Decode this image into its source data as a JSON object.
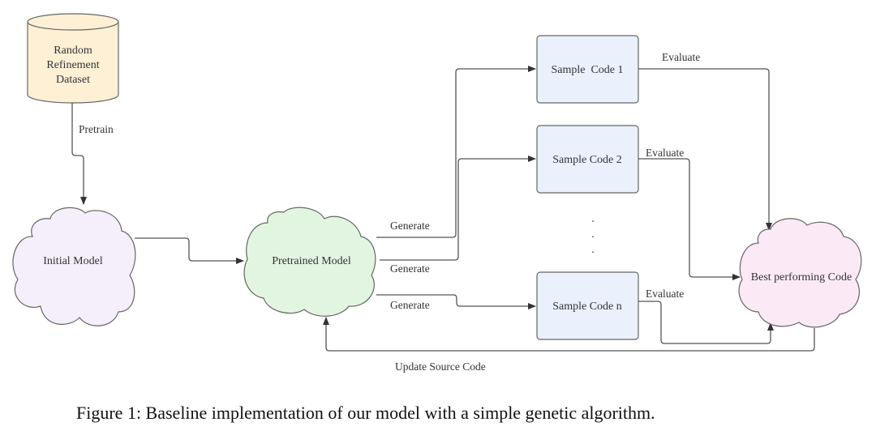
{
  "nodes": {
    "dataset": {
      "label_lines": [
        "Random",
        "Refinement",
        "Dataset"
      ],
      "shape": "cylinder",
      "fill": "#fdf0d5"
    },
    "initial_model": {
      "label": "Initial Model",
      "shape": "cloud",
      "fill": "#f5eefb"
    },
    "pretrained_model": {
      "label": "Pretrained Model",
      "shape": "cloud",
      "fill": "#e2f5e0"
    },
    "sample_code_1": {
      "label": "Sample  Code 1",
      "shape": "rounded-rect",
      "fill": "#eaf1fc"
    },
    "sample_code_2": {
      "label": "Sample Code 2",
      "shape": "rounded-rect",
      "fill": "#eaf1fc"
    },
    "sample_code_n": {
      "label": "Sample Code n",
      "shape": "rounded-rect",
      "fill": "#eaf1fc"
    },
    "best_code": {
      "label": "Best performing Code",
      "shape": "cloud",
      "fill": "#fbeaf6"
    }
  },
  "ellipsis": ".",
  "edges": {
    "pretrain": "Pretrain",
    "generate_1": "Generate",
    "generate_2": "Generate",
    "generate_n": "Generate",
    "evaluate_1": "Evaluate",
    "evaluate_2": "Evaluate",
    "evaluate_n": "Evaluate",
    "update": "Update Source Code"
  },
  "caption": "Figure 1: Baseline implementation of our model with a simple genetic algorithm."
}
